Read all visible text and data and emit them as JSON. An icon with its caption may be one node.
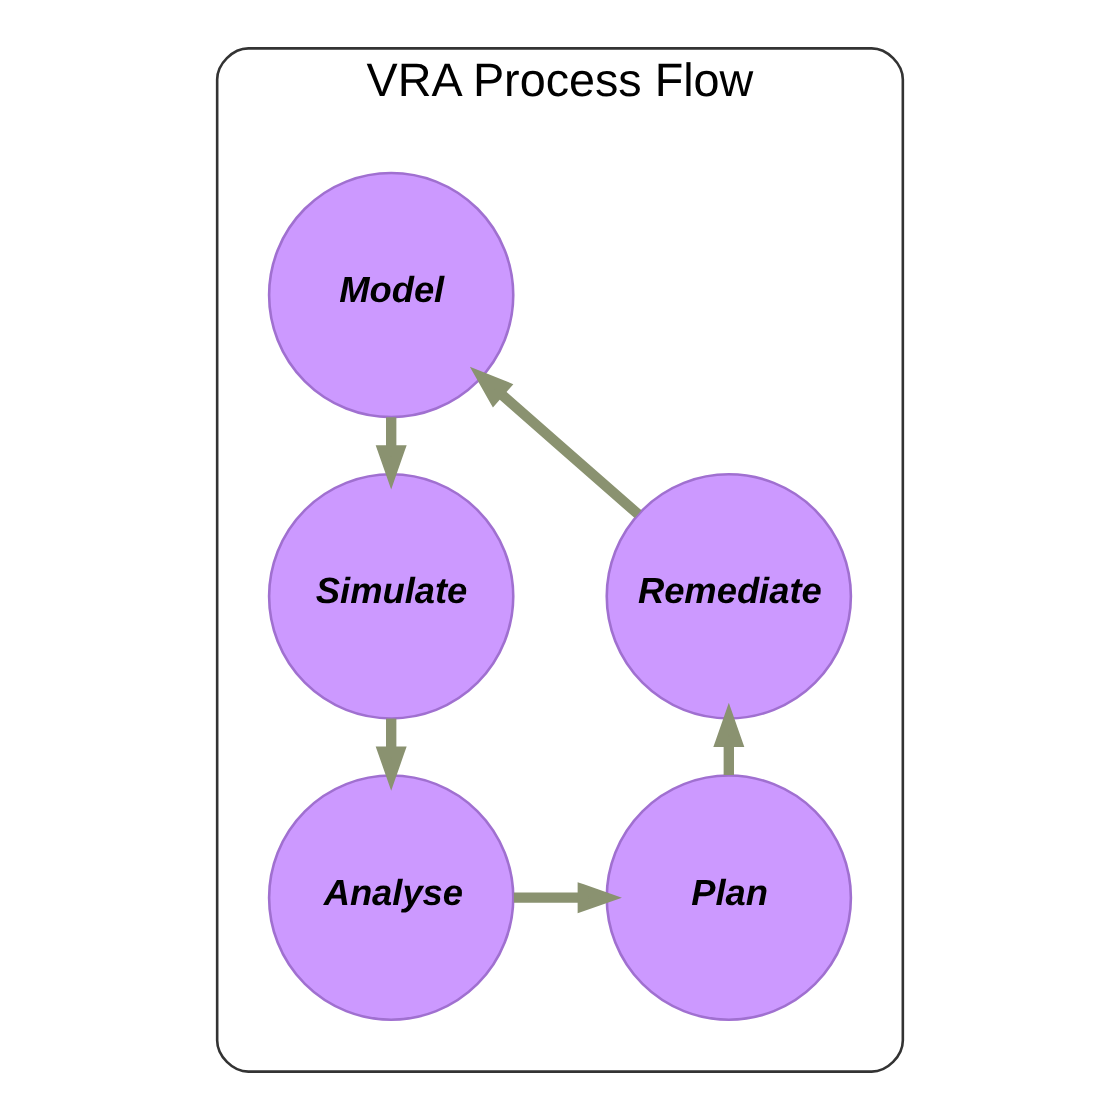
{
  "diagram": {
    "nodes": [
      {
        "text": [
          "VRA Process Flow"
        ]
      },
      {
        "text": [
          "Model"
        ],
        "in": 0
      },
      {
        "text": [
          "Simulate"
        ],
        "in": 0
      },
      {
        "text": [
          "Analyse"
        ],
        "in": 0
      },
      {
        "text": [
          "Plan"
        ],
        "in": 0
      },
      {
        "text": [
          "Remediate"
        ],
        "in": 0
      }
    ],
    "edges": [
      {
        "from": 1,
        "to": 2,
        "arrow": "to"
      },
      {
        "from": 2,
        "to": 3,
        "arrow": "to"
      },
      {
        "from": 3,
        "to": 4,
        "arrow": "to"
      },
      {
        "from": 4,
        "to": 5,
        "arrow": "to"
      },
      {
        "from": 5,
        "to": 1,
        "arrow": "to"
      }
    ]
  }
}
